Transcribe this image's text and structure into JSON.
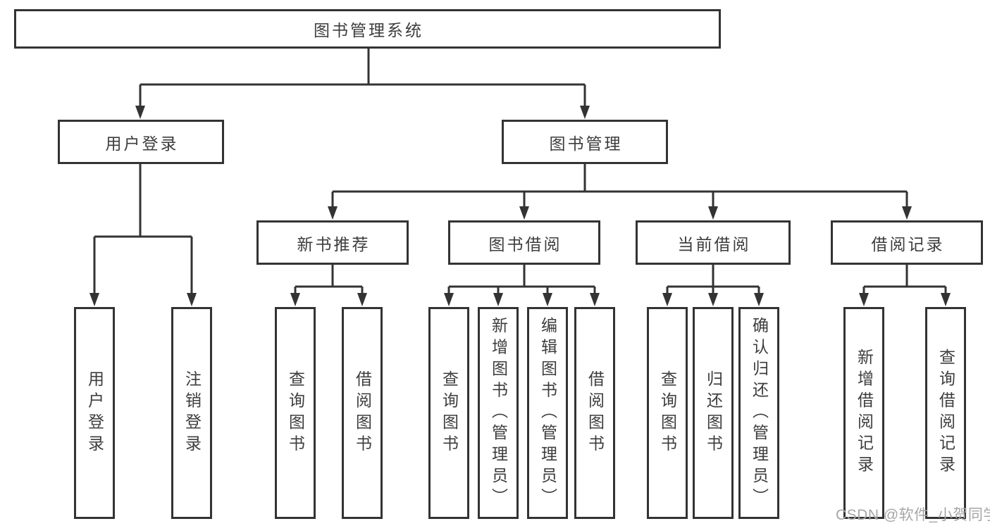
{
  "tree": {
    "root": {
      "label": "图书管理系统"
    },
    "level2": [
      {
        "label": "用户登录",
        "children": [
          "用户登录",
          "注销登录"
        ]
      },
      {
        "label": "图书管理",
        "sections": [
          {
            "label": "新书推荐",
            "children": [
              "查询图书",
              "借阅图书"
            ]
          },
          {
            "label": "图书借阅",
            "children": [
              "查询图书",
              "新增图书（管理员）",
              "编辑图书（管理员）",
              "借阅图书"
            ]
          },
          {
            "label": "当前借阅",
            "children": [
              "查询图书",
              "归还图书",
              "确认归还（管理员）"
            ]
          },
          {
            "label": "借阅记录",
            "children": [
              "新增借阅记录",
              "查询借阅记录"
            ]
          }
        ]
      }
    ]
  },
  "watermark": "CSDN @软件_小贺同学",
  "colors": {
    "line": "#333333",
    "text": "#3d3d3d",
    "background": "#ffffff",
    "watermark": "#a6a6a6"
  }
}
